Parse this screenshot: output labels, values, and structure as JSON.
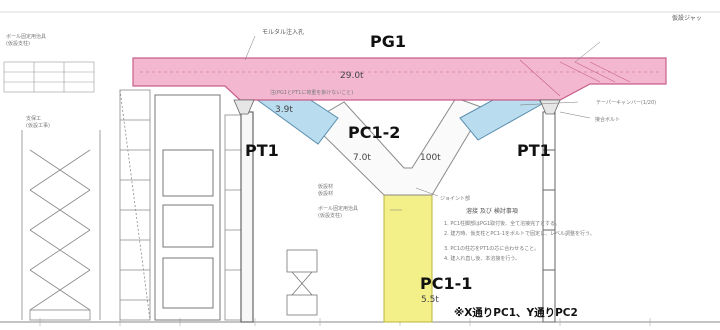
{
  "labels": {
    "pg1": "PG1",
    "pt1_left": "PT1",
    "pt1_right": "PT1",
    "pc1_2": "PC1-2",
    "pc1_1": "PC1-1",
    "note": "※X通りPC1、Y通りPC2"
  },
  "weights": {
    "pg1": "29.0t",
    "left_brace": "3.9t",
    "pc1_2": "7.0t",
    "right_brace": "100t",
    "pc1_1": "5.5t"
  },
  "annotations": {
    "top_center": "モルタル注入孔",
    "top_right": "仮設ジャッ",
    "left_top": "ボール固定用治具",
    "left_top_sub": "(仮設支柱)",
    "left_mid": "支保工",
    "left_mid_sub": "(仮設工事)",
    "inside_note": "注(PG1とPT1に荷重を掛けないこと)",
    "right_note": "テーパーキャンバー(1/20)",
    "right_bolt": "接合ボルト",
    "center_note_1": "仮設材",
    "center_note_2": "仮設材",
    "center_fixture": "ボール固定用治具",
    "center_fixture_sub": "(仮設支柱)",
    "splice": "ジョイント部",
    "spec_title": "溶接 及び 検討事項",
    "spec_1": "1. PC1柱脚部はPG1取付後、全て溶接完了とする。",
    "spec_2": "2. 建方時、仮支柱とPC1-1をボルトで固定し、レベル調整を行う。",
    "spec_3": "3. PC1の柱芯をPT1の芯に合わせること。",
    "spec_4": "4. 建入れ直し後、本溶接を行う。"
  },
  "colors": {
    "pg1_fill": "#f3b8cf",
    "pg1_stroke": "#c85f8a",
    "brace_fill": "#b9dcee",
    "brace_stroke": "#5b8fb0",
    "column_fill": "#f3f08a",
    "column_stroke": "#b9b43a",
    "line": "#8a8a8a"
  }
}
